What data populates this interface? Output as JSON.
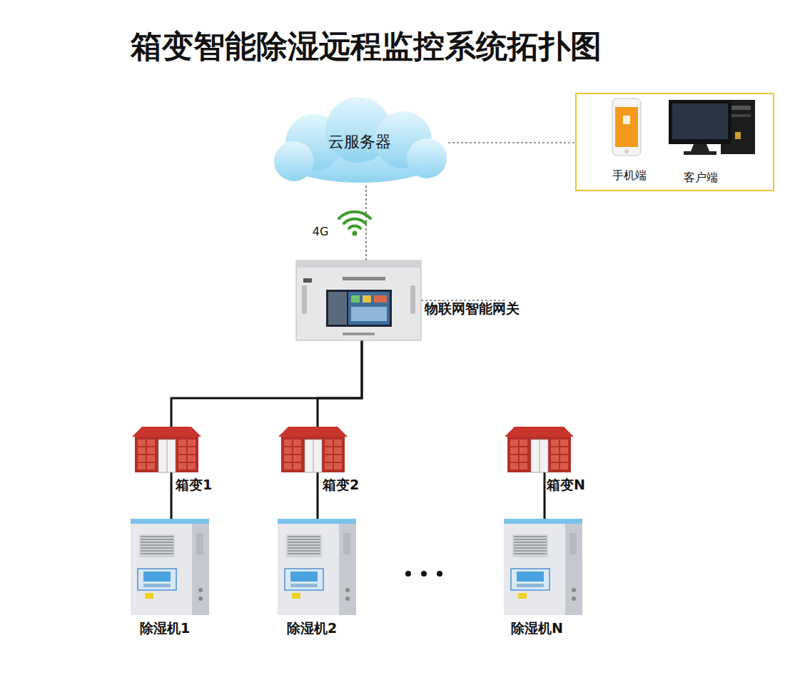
{
  "diagram": {
    "title": "箱变智能除湿远程监控系统拓扑图",
    "nodes": [
      {
        "text": [
          "云服务器"
        ]
      },
      {
        "text": [
          "手机端",
          "客户端"
        ]
      },
      {
        "text": [
          "物联网智能网关"
        ]
      },
      {
        "text": [
          "箱变1"
        ]
      },
      {
        "text": [
          "箱变2"
        ]
      },
      {
        "text": [
          "箱变N"
        ]
      },
      {
        "text": [
          "除湿机1"
        ]
      },
      {
        "text": [
          "除湿机2"
        ]
      },
      {
        "text": [
          "除湿机N"
        ]
      }
    ],
    "edges": [
      {
        "from": 0,
        "to": 1,
        "arrow": "none"
      },
      {
        "from": 0,
        "to": 2,
        "label": "4G",
        "arrow": "none"
      },
      {
        "from": 2,
        "to": 3,
        "arrow": "none"
      },
      {
        "from": 2,
        "to": 4,
        "arrow": "none"
      },
      {
        "from": 2,
        "to": 5,
        "arrow": "none"
      },
      {
        "from": 3,
        "to": 6,
        "arrow": "none"
      },
      {
        "from": 4,
        "to": 7,
        "arrow": "none"
      },
      {
        "from": 5,
        "to": 8,
        "arrow": "none"
      }
    ]
  }
}
